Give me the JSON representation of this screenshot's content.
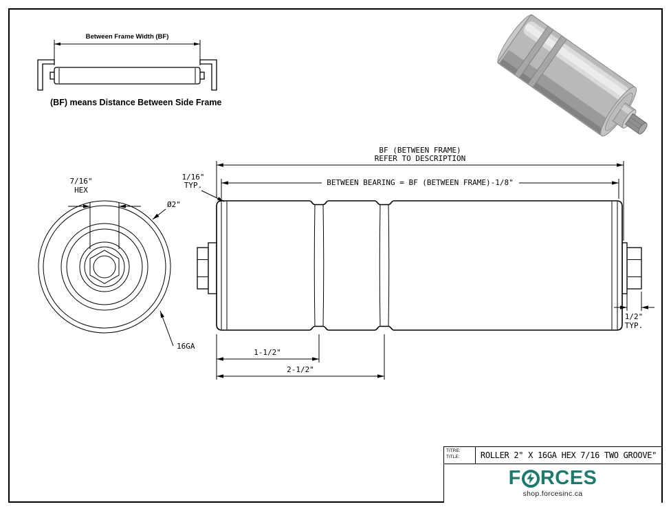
{
  "inset": {
    "dim_label": "Between Frame Width (BF)",
    "caption": "(BF) means Distance Between Side Frame"
  },
  "drawing": {
    "bf_dim_line1": "BF (BETWEEN FRAME)",
    "bf_dim_line2": "REFER TO DESCRIPTION",
    "between_bearing_dim": "BETWEEN BEARING = BF (BETWEEN FRAME)-1/8\"",
    "hex_dim_line1": "7/16\"",
    "hex_dim_line2": "HEX",
    "typ116_line1": "1/16\"",
    "typ116_line2": "TYP.",
    "diameter_label": "Ø2\"",
    "gauge_label": "16GA",
    "groove1_dim": "1-1/2\"",
    "groove2_dim": "2-1/2\"",
    "typ12_line1": "1/2\"",
    "typ12_line2": "TYP."
  },
  "title_block": {
    "label_titre": "TITRE:",
    "label_title": "TITLE:",
    "title": "ROLLER 2\" X 16GA HEX 7/16 TWO GROOVE\"",
    "brand": {
      "part1": "F",
      "part2": "RCES",
      "website": "shop.forcesinc.ca",
      "color": "#1d7a6d"
    }
  },
  "colors": {
    "line": "#000000",
    "render_body": "#b9b9b9"
  }
}
